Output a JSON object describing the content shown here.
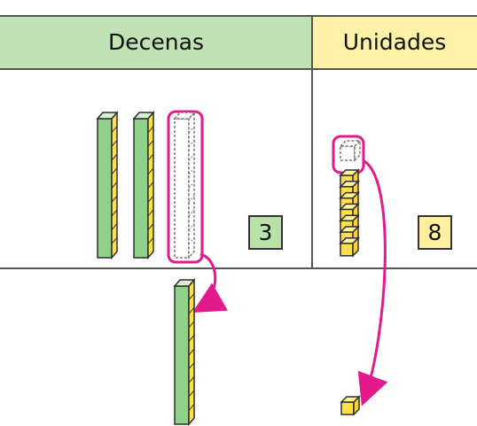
{
  "headers": {
    "tens": "Decenas",
    "units": "Unidades"
  },
  "values": {
    "tens": "3",
    "units": "8"
  },
  "colors": {
    "tens_header": "#bfe3b4",
    "units_header": "#fff1a8",
    "rod_green": "#8fd18b",
    "rod_yellow": "#ffe04a",
    "rod_stroke": "#2d2d2d",
    "highlight": "#e21a8b",
    "value_box_tens": "#b8e2a8",
    "value_box_units": "#fff0a0",
    "grid": "#555555"
  },
  "counts": {
    "tens_rods_in_table": 2,
    "tens_rod_ghost": 1,
    "units_cubes_in_table": 7,
    "units_cube_ghost": 1,
    "tens_rod_below": 1,
    "units_cube_below": 1
  }
}
